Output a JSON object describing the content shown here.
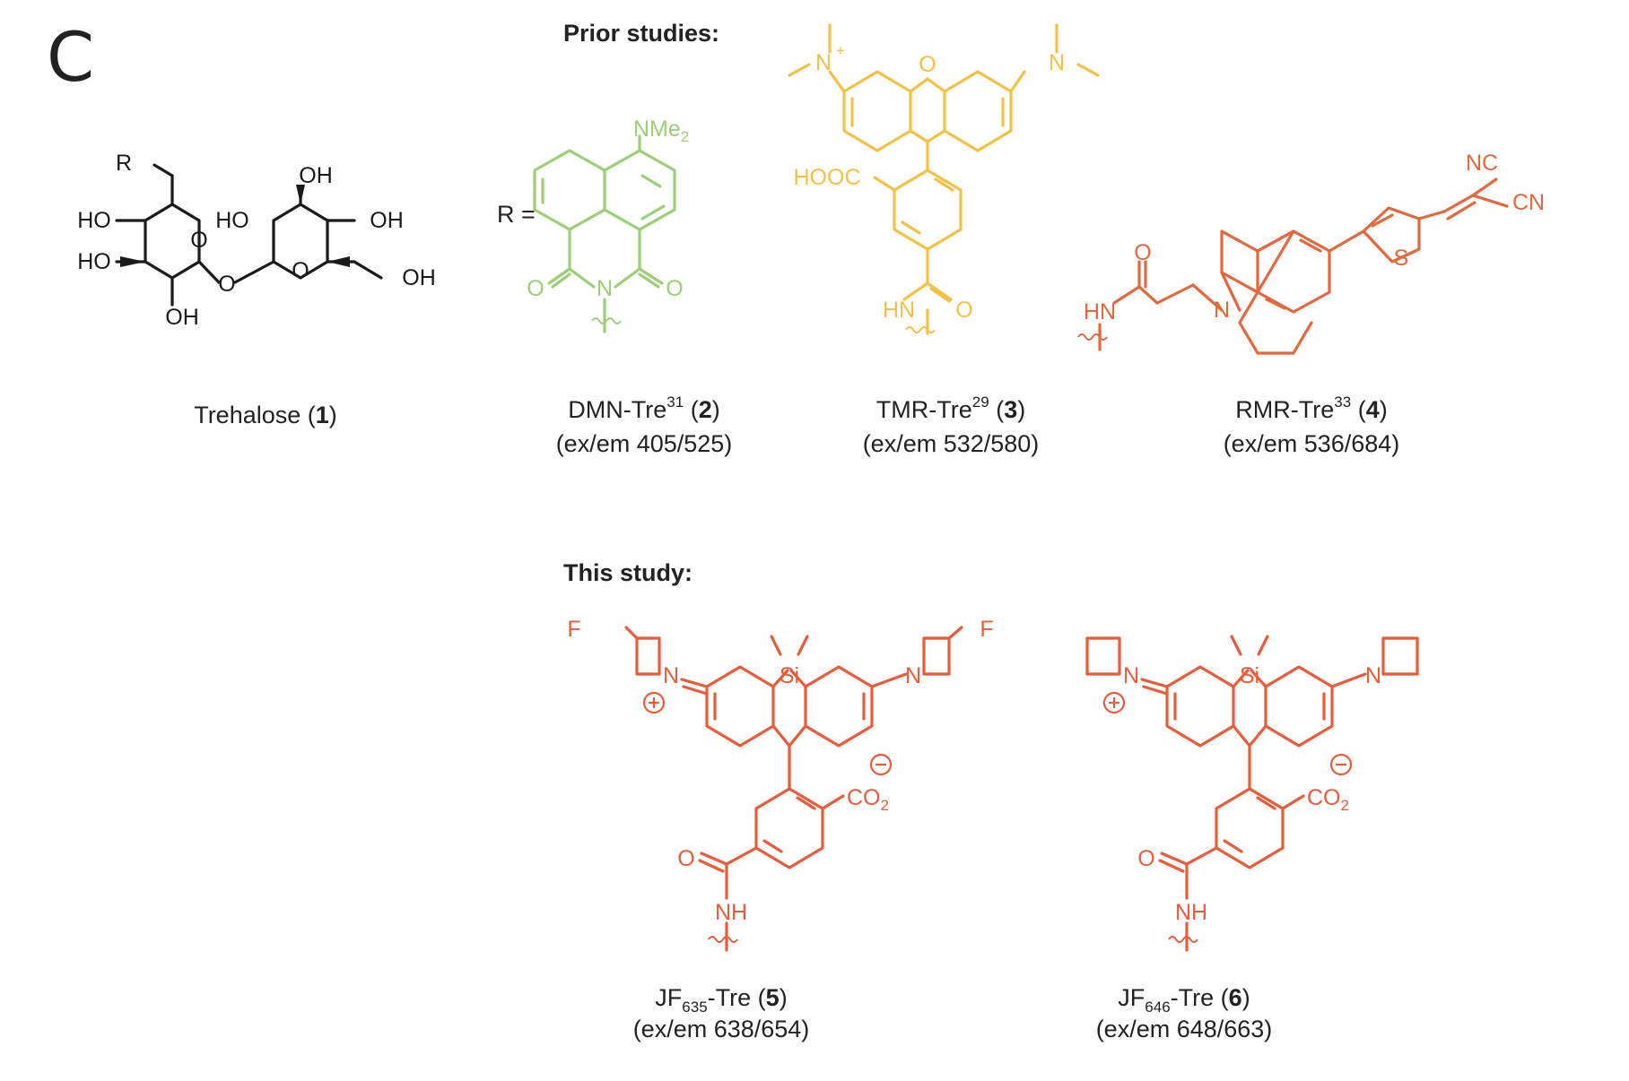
{
  "panel": {
    "letter": "C"
  },
  "sections": {
    "prior": "Prior studies:",
    "this": "This study:"
  },
  "r_equals": "R =",
  "colors": {
    "black": "#1a1a1a",
    "green": "#9ccf78",
    "yellow": "#f3c146",
    "orange": "#e4683e",
    "red": "#e85c3b"
  },
  "atoms": {
    "R": "R",
    "O": "O",
    "OH": "OH",
    "HO": "HO",
    "N": "N",
    "S": "S",
    "Si": "Si",
    "F": "F",
    "HN": "HN",
    "NH": "NH",
    "NC": "NC",
    "CN": "CN",
    "HOOC": "HOOC",
    "NMe": "NMe",
    "two": "2",
    "plus": "+",
    "CO": "CO"
  },
  "compounds": [
    {
      "name": "Trehalose",
      "number": "1"
    },
    {
      "name": "DMN-Tre",
      "ref": "31",
      "number": "2",
      "exem": "(ex/em 405/525)"
    },
    {
      "name": "TMR-Tre",
      "ref": "29",
      "number": "3",
      "exem": "(ex/em 532/580)"
    },
    {
      "name": "RMR-Tre",
      "ref": "33",
      "number": "4",
      "exem": "(ex/em 536/684)"
    },
    {
      "name": "JF",
      "sub": "635",
      "suffix": "-Tre",
      "number": "5",
      "exem": "(ex/em 638/654)"
    },
    {
      "name": "JF",
      "sub": "646",
      "suffix": "-Tre",
      "number": "6",
      "exem": "(ex/em 648/663)"
    }
  ]
}
